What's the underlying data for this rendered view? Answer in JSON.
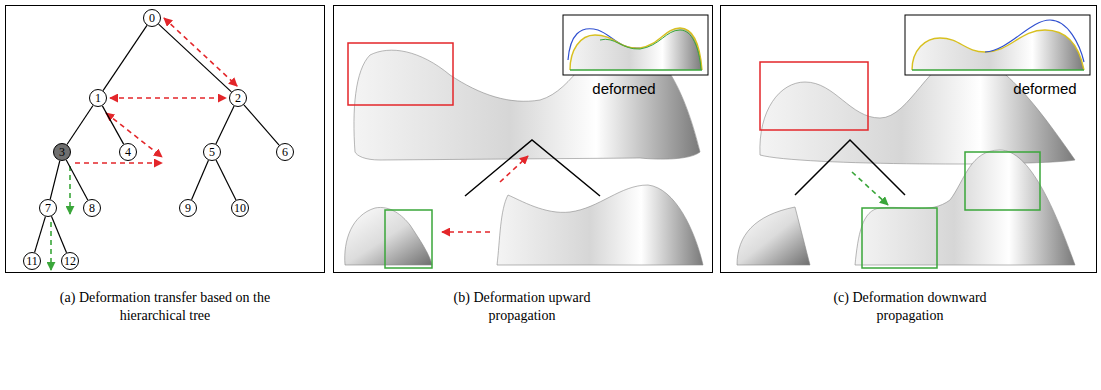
{
  "diagram": {
    "nodes": [
      {
        "text": [
          "0"
        ]
      },
      {
        "text": [
          "1"
        ]
      },
      {
        "text": [
          "2"
        ]
      },
      {
        "text": [
          "3"
        ]
      },
      {
        "text": [
          "4"
        ]
      },
      {
        "text": [
          "5"
        ]
      },
      {
        "text": [
          "6"
        ]
      },
      {
        "text": [
          "7"
        ]
      },
      {
        "text": [
          "8"
        ]
      },
      {
        "text": [
          "9"
        ]
      },
      {
        "text": [
          "10"
        ]
      },
      {
        "text": [
          "11"
        ]
      },
      {
        "text": [
          "12"
        ]
      }
    ],
    "edges": [
      {
        "from": 0,
        "to": 1,
        "arrow": "none"
      },
      {
        "from": 0,
        "to": 2,
        "arrow": "none"
      },
      {
        "from": 1,
        "to": 3,
        "arrow": "none"
      },
      {
        "from": 1,
        "to": 4,
        "arrow": "none"
      },
      {
        "from": 2,
        "to": 5,
        "arrow": "none"
      },
      {
        "from": 2,
        "to": 6,
        "arrow": "none"
      },
      {
        "from": 3,
        "to": 7,
        "arrow": "none"
      },
      {
        "from": 3,
        "to": 8,
        "arrow": "none"
      },
      {
        "from": 5,
        "to": 9,
        "arrow": "none"
      },
      {
        "from": 5,
        "to": 10,
        "arrow": "none"
      },
      {
        "from": 7,
        "to": 11,
        "arrow": "none"
      },
      {
        "from": 7,
        "to": 12,
        "arrow": "none"
      },
      {
        "from": 1,
        "to": 2,
        "arrow": "both"
      },
      {
        "from": 0,
        "to": 2,
        "arrow": "both"
      }
    ],
    "labels": [
      "deformed",
      "deformed",
      "(a) Deformation transfer based on the hierarchical tree",
      "(b) Deformation upward propagation",
      "(c) Deformation downward propagation"
    ]
  }
}
